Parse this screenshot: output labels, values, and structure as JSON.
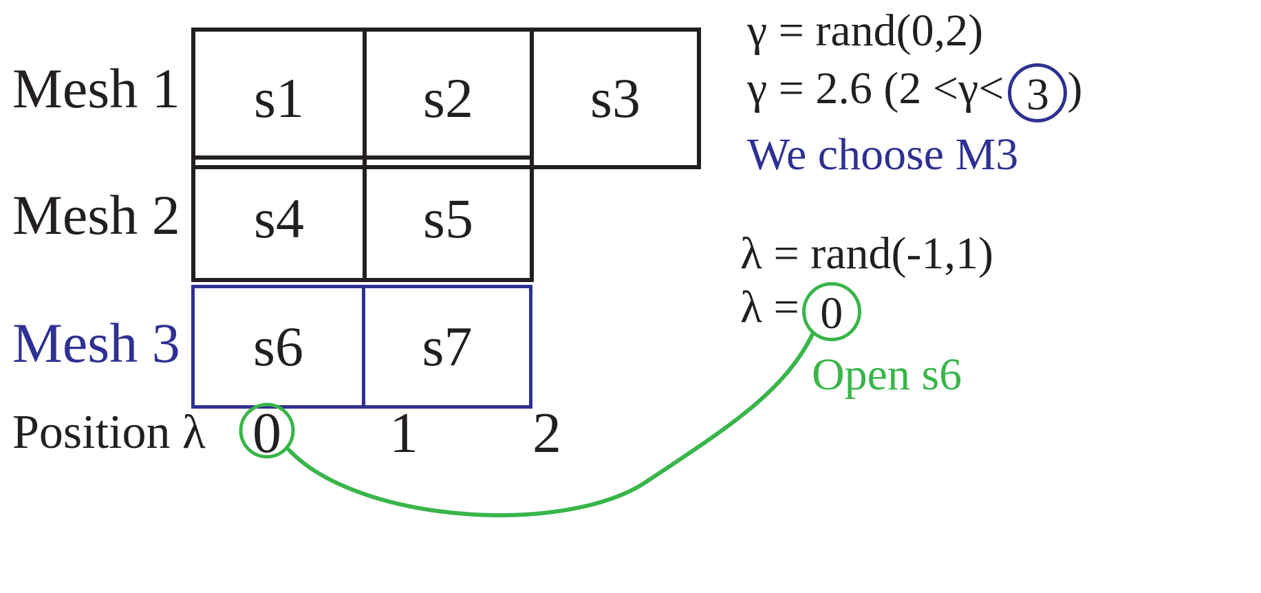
{
  "meshes": [
    {
      "label": "Mesh 1",
      "cells": [
        "s1",
        "s2",
        "s3"
      ],
      "highlight": false
    },
    {
      "label": "Mesh 2",
      "cells": [
        "s4",
        "s5"
      ],
      "highlight": false
    },
    {
      "label": "Mesh 3",
      "cells": [
        "s6",
        "s7"
      ],
      "highlight": true
    }
  ],
  "position_label": "Position λ",
  "positions": [
    "0",
    "1",
    "2"
  ],
  "gamma": {
    "formula": "γ = rand(0,2)",
    "value_prefix": "γ = 2.6 (2 <γ<",
    "value_circled": "3",
    "value_suffix": ")",
    "choice": "We choose M3"
  },
  "lambda": {
    "formula": "λ = rand(-1,1)",
    "value_prefix": "λ =",
    "value_circled": "0",
    "result": "Open s6"
  },
  "colors": {
    "black": "#231f20",
    "selected_blue": "#2e3192",
    "highlight_green": "#39b54a"
  }
}
